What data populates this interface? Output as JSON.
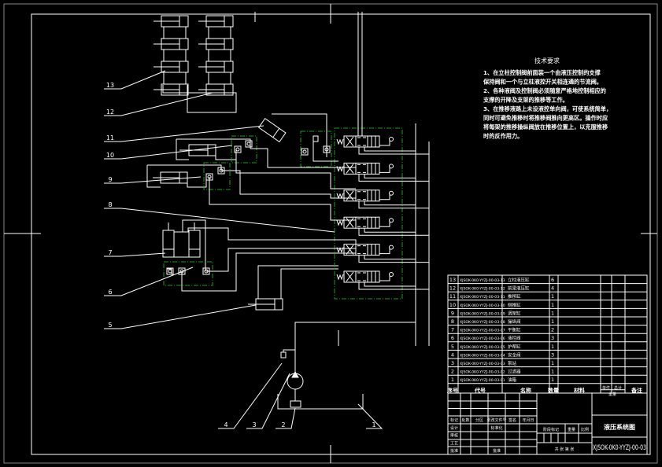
{
  "colors": {
    "background": "#000000",
    "lines": "#ffffff",
    "group_boxes": "#1a9a1a",
    "filter": "#33cccc",
    "highlight": "#22ee22"
  },
  "tech_requirements": {
    "title": "技术要求",
    "lines": [
      "1、在立柱控制阀前面装一个由液压控制的支撑",
      "保持阀和一个与立柱液控开关相连通的节流阀。",
      "2、各种液阀及控制阀必须随意严格地控制相应的",
      "支撑的开降及支架的推移等工作。",
      "3、在推移液路上未设液控单向阀，可使系统简单，",
      "同时可避免推移时将推移阀推向更高区。操作时应",
      "将每架的推移操纵阀放在推移位置上，以克服推移",
      "时的反作用力。"
    ]
  },
  "callouts": [
    "13",
    "12",
    "11",
    "10",
    "9",
    "8",
    "7",
    "6",
    "5",
    "4",
    "3",
    "2",
    "1"
  ],
  "parts_table": {
    "rows": [
      {
        "no": "13",
        "code": "XJSOK-0K0-YYZJ-00-03-13",
        "name": "立柱液压缸",
        "qty": "6"
      },
      {
        "no": "12",
        "code": "XJSOK-0K0-YYZJ-00-03-12",
        "name": "前梁液压缸",
        "qty": "4"
      },
      {
        "no": "11",
        "code": "XJSOK-0K0-YYZJ-00-03-11",
        "name": "推移缸",
        "qty": "1"
      },
      {
        "no": "10",
        "code": "XJSOK-0K0-YYZJ-00-03-10",
        "name": "侧推缸",
        "qty": "1"
      },
      {
        "no": "9",
        "code": "XJSOK-0K0-YYZJ-00-03-09",
        "name": "调架缸",
        "qty": "1"
      },
      {
        "no": "8",
        "code": "XJSOK-0K0-YYZJ-00-03-08",
        "name": "操纵阀",
        "qty": "1"
      },
      {
        "no": "7",
        "code": "XJSOK-0K0-YYZJ-00-03-07",
        "name": "平衡缸",
        "qty": "2"
      },
      {
        "no": "6",
        "code": "XJSOK-0K0-YYZJ-00-03-06",
        "name": "液控阀",
        "qty": "3"
      },
      {
        "no": "5",
        "code": "XJSOK-0K0-YYZJ-00-03-05",
        "name": "护帮缸",
        "qty": "1"
      },
      {
        "no": "4",
        "code": "XJSOK-0K0-YYZJ-00-03-04",
        "name": "安全阀",
        "qty": "3"
      },
      {
        "no": "3",
        "code": "XJSOK-0K0-YYZJ-00-03-03",
        "name": "泵站",
        "qty": "1"
      },
      {
        "no": "2",
        "code": "XJSOK-0K0-YYZJ-00-03-02",
        "name": "过滤器",
        "qty": "1"
      },
      {
        "no": "1",
        "code": "XJSOK-0K0-YYZJ-00-03-01",
        "name": "油箱",
        "qty": "1"
      }
    ],
    "header": {
      "no": "序号",
      "code": "代号",
      "name": "名称",
      "qty": "数量",
      "material": "材料",
      "unit": "单件",
      "total": "总计",
      "weight": "重量",
      "remark": "备注"
    }
  },
  "title_block": {
    "col_labels": [
      "标记",
      "处数",
      "分区",
      "更改文件号",
      "签名",
      "年月日"
    ],
    "row_labels": [
      "设计",
      "审核",
      "工艺",
      "批准"
    ],
    "std": "标准化",
    "approve": "批准",
    "stage": "阶段标记",
    "weight": "重量",
    "scale": "比例",
    "sheet": "共 张 第 张",
    "drawing_title": "液压系统图",
    "drawing_number": "XJSOK-0K0-YYZJ-00-03"
  }
}
